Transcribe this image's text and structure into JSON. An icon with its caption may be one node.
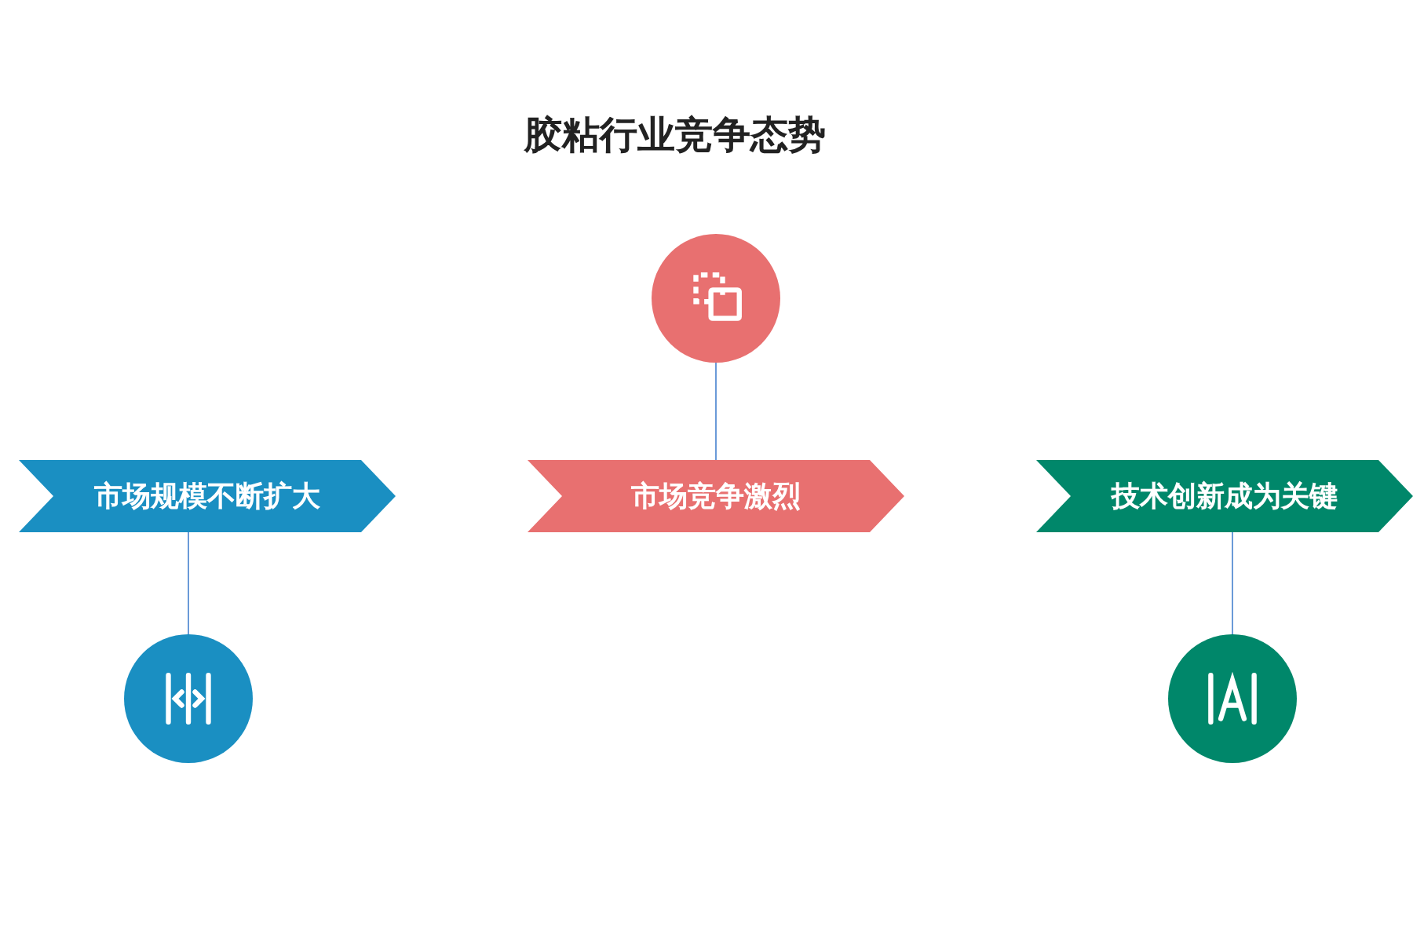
{
  "diagram": {
    "title": "胶粘行业竞争态势",
    "nodes": [
      {
        "text": [],
        "shape": "circle"
      },
      {
        "text": [
          "市场规模不断扩大"
        ]
      },
      {
        "text": [
          "市场竞争激烈"
        ]
      },
      {
        "text": [
          "技术创新成为关键"
        ]
      },
      {
        "text": [],
        "shape": "circle"
      },
      {
        "text": [],
        "shape": "circle"
      }
    ],
    "edges": [
      {
        "from": 0,
        "to": 2,
        "arrow": "none"
      },
      {
        "from": 1,
        "to": 4,
        "arrow": "none"
      },
      {
        "from": 3,
        "to": 5,
        "arrow": "none"
      }
    ]
  }
}
